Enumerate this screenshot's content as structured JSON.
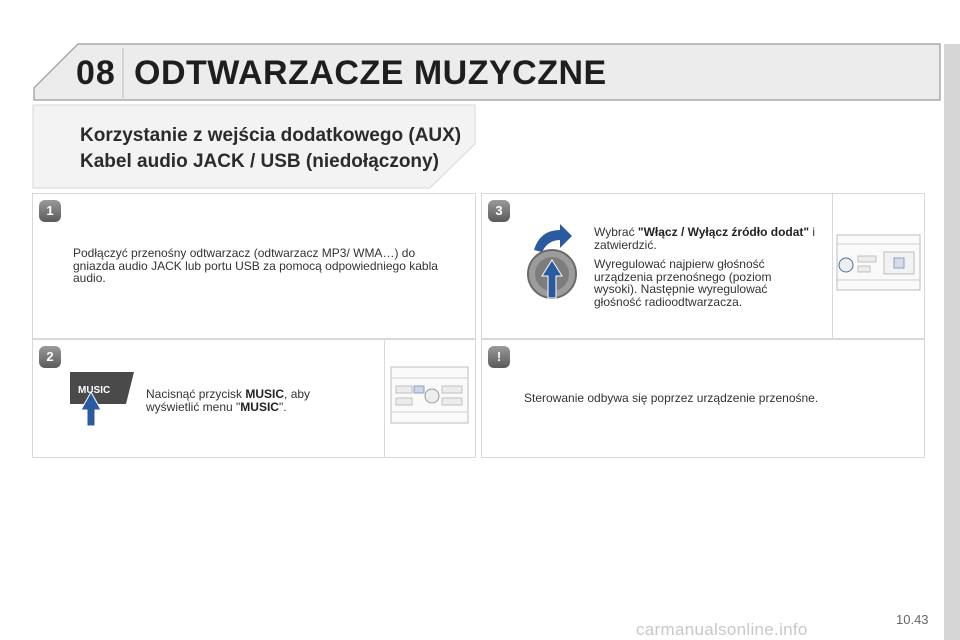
{
  "header": {
    "chapter_number": "08",
    "chapter_title": "ODTWARZACZE MUZYCZNE"
  },
  "subtitle": {
    "line1": "Korzystanie z wejścia dodatkowego (AUX)",
    "line2": "Kabel audio JACK / USB (niedołączony)"
  },
  "steps": {
    "s1": {
      "badge": "1",
      "text": "Podłączyć przenośny odtwarzacz (odtwarzacz MP3/ WMA…) do gniazda audio JACK lub portu USB za pomocą odpowiedniego kabla audio."
    },
    "s2": {
      "badge": "2",
      "text_pre": "Nacisnąć przycisk ",
      "bold1": "MUSIC",
      "text_mid": ", aby wyświetlić menu \"",
      "bold2": "MUSIC",
      "text_post": "\".",
      "button_label": "MUSIC"
    },
    "s3": {
      "badge": "3",
      "p1_pre": "Wybrać ",
      "p1_bold": "\"Włącz / Wyłącz źródło dodat\"",
      "p1_post": " i zatwierdzić.",
      "p2": "Wyregulować najpierw głośność urządzenia przenośnego (poziom wysoki). Następnie wyregulować głośność radioodtwarzacza."
    },
    "note": {
      "badge": "!",
      "text": "Sterowanie odbywa się poprzez urządzenie przenośne."
    }
  },
  "footer": {
    "page_number": "10.43",
    "watermark": "carmanualsonline.info"
  },
  "colors": {
    "accent_arrow": "#2a5aa0",
    "panel_border": "#d9d9d9",
    "badge": "#6a6a6a",
    "rail": "#d6d6d6"
  }
}
